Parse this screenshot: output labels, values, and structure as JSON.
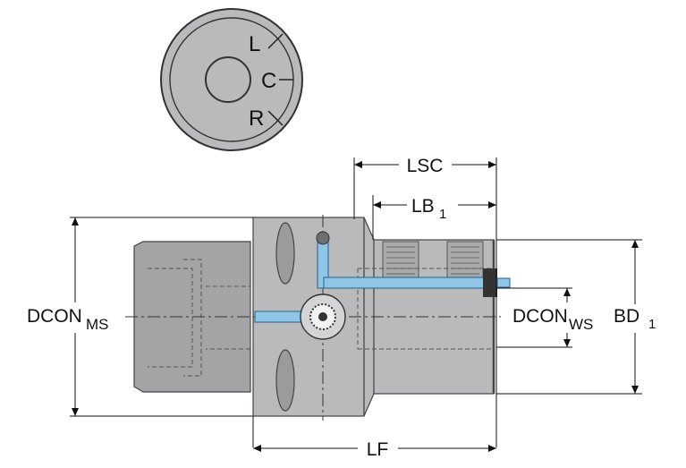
{
  "dial": {
    "left": "L",
    "center": "C",
    "right": "R"
  },
  "dims": {
    "lsc": "LSC",
    "lb1_main": "LB",
    "lb1_sub": "1",
    "dcon_ms_main": "DCON",
    "dcon_ms_sub": "MS",
    "dcon_ws_main": "DCON",
    "dcon_ws_sub": "WS",
    "bd1_main": "BD",
    "bd1_sub": "1",
    "lf": "LF"
  },
  "colors": {
    "body": "#b9babc",
    "coolant": "#8fc6e8",
    "outline": "#444444"
  }
}
